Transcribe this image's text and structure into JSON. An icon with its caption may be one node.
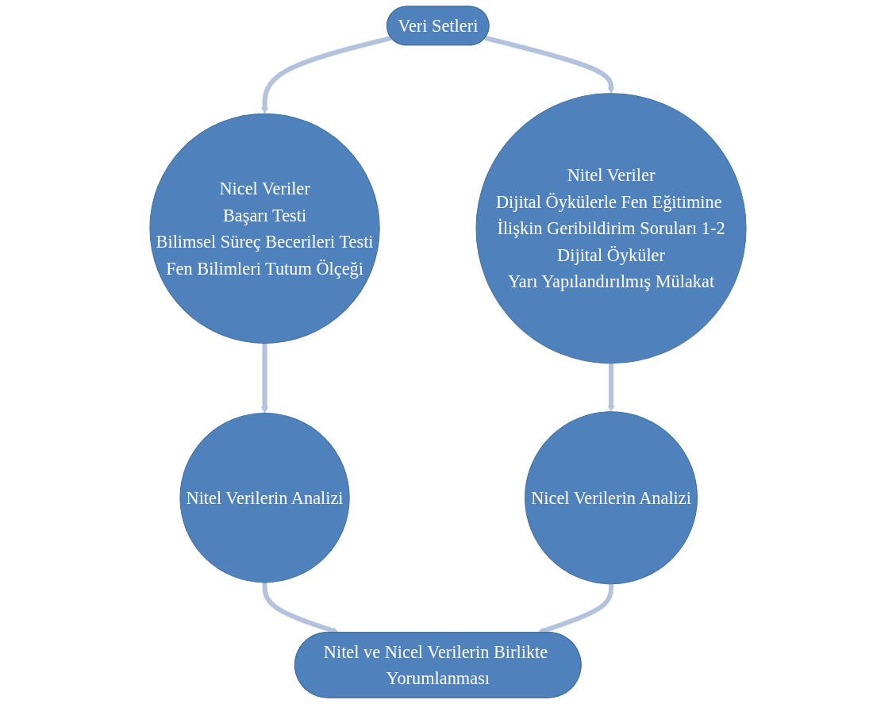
{
  "diagram": {
    "nodes": [
      {
        "text": [
          "Veri Setleri"
        ]
      },
      {
        "text": [
          "Nicel Veriler",
          "Başarı Testi",
          "Bilimsel Süreç Becerileri Testi",
          "Fen Bilimleri Tutum Ölçeği"
        ]
      },
      {
        "text": [
          "Nitel Veriler",
          "Dijital Öykülerle Fen Eğitimine İlişkin Geribildirim Soruları 1-2",
          "Dijital Öyküler",
          "Yarı Yapılandırılmış Mülakat"
        ]
      },
      {
        "text": [
          "Nitel Verilerin Analizi"
        ]
      },
      {
        "text": [
          "Nicel Verilerin Analizi"
        ]
      },
      {
        "text": [
          "Nitel ve Nicel Verilerin Birlikte Yorumlanması"
        ]
      }
    ],
    "edges": [
      {
        "from": 0,
        "to": 1,
        "arrow": "to"
      },
      {
        "from": 0,
        "to": 2,
        "arrow": "to"
      },
      {
        "from": 1,
        "to": 3,
        "arrow": "to"
      },
      {
        "from": 2,
        "to": 4,
        "arrow": "to"
      },
      {
        "from": 3,
        "to": 5,
        "arrow": "to"
      },
      {
        "from": 4,
        "to": 5,
        "arrow": "to"
      }
    ]
  }
}
